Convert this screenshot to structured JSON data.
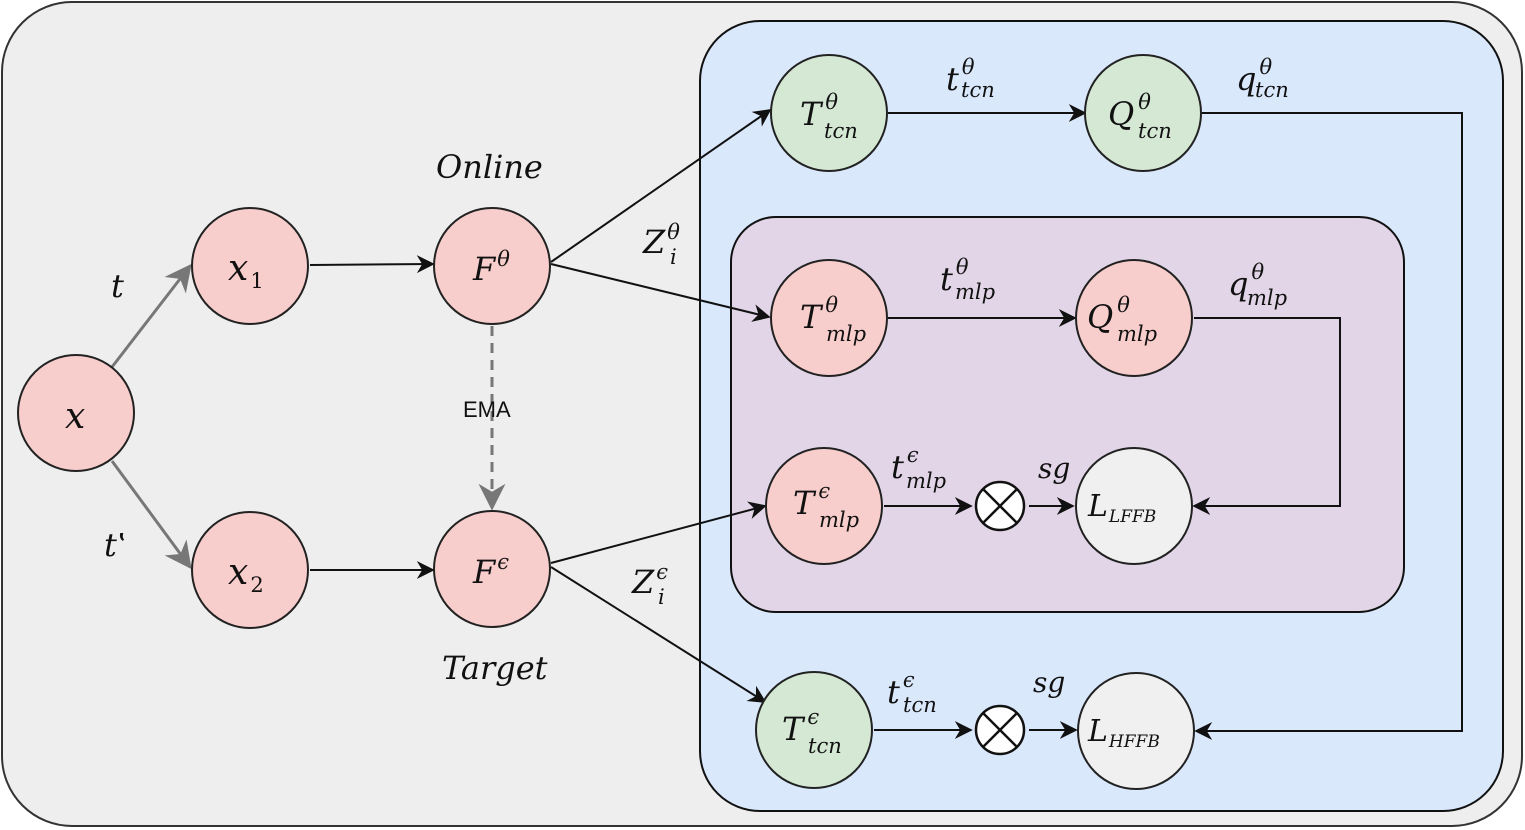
{
  "nodes": {
    "x": {
      "base": "x",
      "sub": "",
      "sup": ""
    },
    "x1": {
      "base": "x",
      "sub": "1",
      "sup": ""
    },
    "x2": {
      "base": "x",
      "sub": "2",
      "sup": ""
    },
    "f_online": {
      "base": "F",
      "sub": "",
      "sup": "θ"
    },
    "f_target": {
      "base": "F",
      "sub": "",
      "sup": "ϵ"
    },
    "t_tcn_theta": {
      "base": "T",
      "sub": "tcn",
      "sup": "θ"
    },
    "q_tcn_theta": {
      "base": "Q",
      "sub": "tcn",
      "sup": "θ"
    },
    "t_mlp_theta": {
      "base": "T",
      "sub": "mlp",
      "sup": "θ"
    },
    "q_mlp_theta": {
      "base": "Q",
      "sub": "mlp",
      "sup": "θ"
    },
    "t_mlp_eps": {
      "base": "T",
      "sub": "mlp",
      "sup": "ϵ"
    },
    "l_lffb": {
      "base": "L",
      "sub": "LFFB",
      "sup": ""
    },
    "t_tcn_eps": {
      "base": "T",
      "sub": "tcn",
      "sup": "ϵ"
    },
    "l_hffb": {
      "base": "L",
      "sub": "HFFB",
      "sup": ""
    }
  },
  "edge_labels": {
    "t": {
      "base": "t",
      "sub": "",
      "sup": ""
    },
    "t_prime": {
      "base": "t‛",
      "sub": "",
      "sup": ""
    },
    "online": {
      "base": "Online",
      "sub": "",
      "sup": ""
    },
    "target": {
      "base": "Target",
      "sub": "",
      "sup": ""
    },
    "ema": "EMA",
    "z_theta": {
      "base": "Z",
      "sub": "i",
      "sup": "θ"
    },
    "z_eps": {
      "base": "Z",
      "sub": "i",
      "sup": "ϵ"
    },
    "t_tcn_theta": {
      "base": "t",
      "sub": "tcn",
      "sup": "θ"
    },
    "q_tcn_theta": {
      "base": "q",
      "sub": "tcn",
      "sup": "θ"
    },
    "t_mlp_theta": {
      "base": "t",
      "sub": "mlp",
      "sup": "θ"
    },
    "q_mlp_theta": {
      "base": "q",
      "sub": "mlp",
      "sup": "θ"
    },
    "t_mlp_eps": {
      "base": "t",
      "sub": "mlp",
      "sup": "ϵ"
    },
    "t_tcn_eps": {
      "base": "t",
      "sub": "tcn",
      "sup": "ϵ"
    },
    "sg_lffb": "sg",
    "sg_hffb": "sg"
  },
  "colors": {
    "outer_bg": "#eeeeee",
    "blue_panel": "#dae8fc",
    "purple_panel": "#e1d5e7",
    "red_node": "#f8cecc",
    "green_node": "#d5e8d4",
    "gray_node": "#f0f0f0",
    "line": "#111111",
    "gray_arrow": "#777777"
  }
}
